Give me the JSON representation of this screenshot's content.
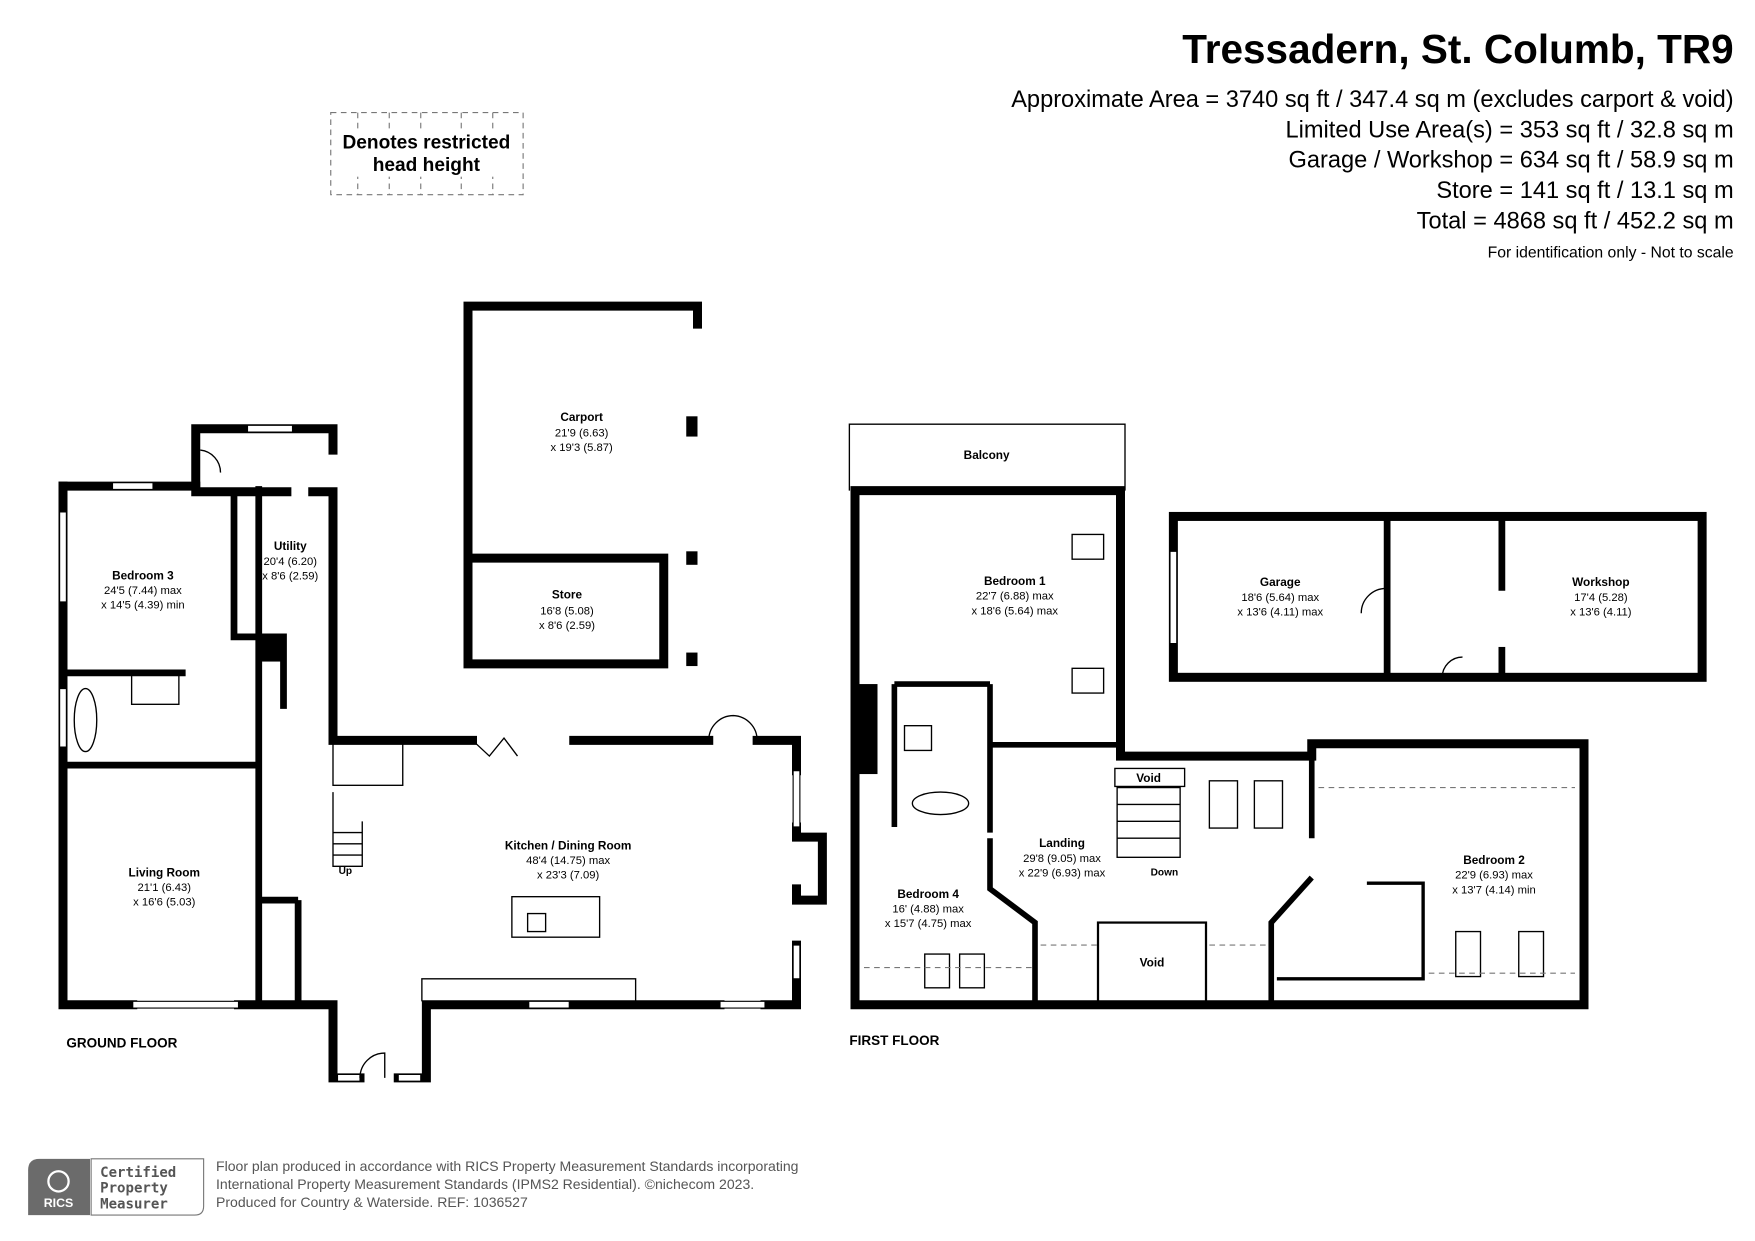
{
  "header": {
    "title": "Tressadern, St. Columb, TR9",
    "areas": [
      "Approximate Area = 3740 sq ft / 347.4 sq m (excludes carport & void)",
      "Limited Use Area(s) = 353 sq ft / 32.8 sq m",
      "Garage / Workshop = 634 sq ft / 58.9 sq m",
      "Store = 141 sq ft / 13.1 sq m",
      "Total = 4868 sq ft / 452.2 sq m"
    ],
    "note": "For identification only - Not to scale"
  },
  "legend": {
    "line1": "Denotes restricted",
    "line2": "head height"
  },
  "ground_floor": {
    "label": "GROUND FLOOR",
    "rooms": {
      "carport": {
        "name": "Carport",
        "d1": "21'9 (6.63)",
        "d2": "x 19'3 (5.87)"
      },
      "store": {
        "name": "Store",
        "d1": "16'8 (5.08)",
        "d2": "x 8'6 (2.59)"
      },
      "bedroom3": {
        "name": "Bedroom 3",
        "d1": "24'5 (7.44) max",
        "d2": "x 14'5 (4.39) min"
      },
      "utility": {
        "name": "Utility",
        "d1": "20'4 (6.20)",
        "d2": "x 8'6 (2.59)"
      },
      "living": {
        "name": "Living Room",
        "d1": "21'1 (6.43)",
        "d2": "x 16'6 (5.03)"
      },
      "kitchen": {
        "name": "Kitchen / Dining Room",
        "d1": "48'4 (14.75) max",
        "d2": "x 23'3 (7.09)"
      }
    },
    "stairs_label": "Up"
  },
  "first_floor": {
    "label": "FIRST FLOOR",
    "rooms": {
      "balcony": {
        "name": "Balcony"
      },
      "bedroom1": {
        "name": "Bedroom 1",
        "d1": "22'7 (6.88) max",
        "d2": "x 18'6 (5.64) max"
      },
      "garage": {
        "name": "Garage",
        "d1": "18'6 (5.64) max",
        "d2": "x 13'6 (4.11) max"
      },
      "workshop": {
        "name": "Workshop",
        "d1": "17'4 (5.28)",
        "d2": "x 13'6 (4.11)"
      },
      "landing": {
        "name": "Landing",
        "d1": "29'8 (9.05) max",
        "d2": "x 22'9 (6.93) max"
      },
      "bedroom4": {
        "name": "Bedroom 4",
        "d1": "16' (4.88) max",
        "d2": "x 15'7 (4.75) max"
      },
      "bedroom2": {
        "name": "Bedroom 2",
        "d1": "22'9 (6.93) max",
        "d2": "x 13'7 (4.14) min"
      },
      "void_top": {
        "name": "Void"
      },
      "void_main": {
        "name": "Void"
      }
    },
    "stairs_label": "Down"
  },
  "footer": {
    "badge_logo": "RICS",
    "badge_text": [
      "Certified",
      "Property",
      "Measurer"
    ],
    "lines": [
      "Floor plan produced in accordance with RICS Property Measurement Standards incorporating",
      "International Property Measurement Standards (IPMS2 Residential).   ©nichecom 2023.",
      "Produced for Country & Waterside.   REF: 1036527"
    ]
  }
}
